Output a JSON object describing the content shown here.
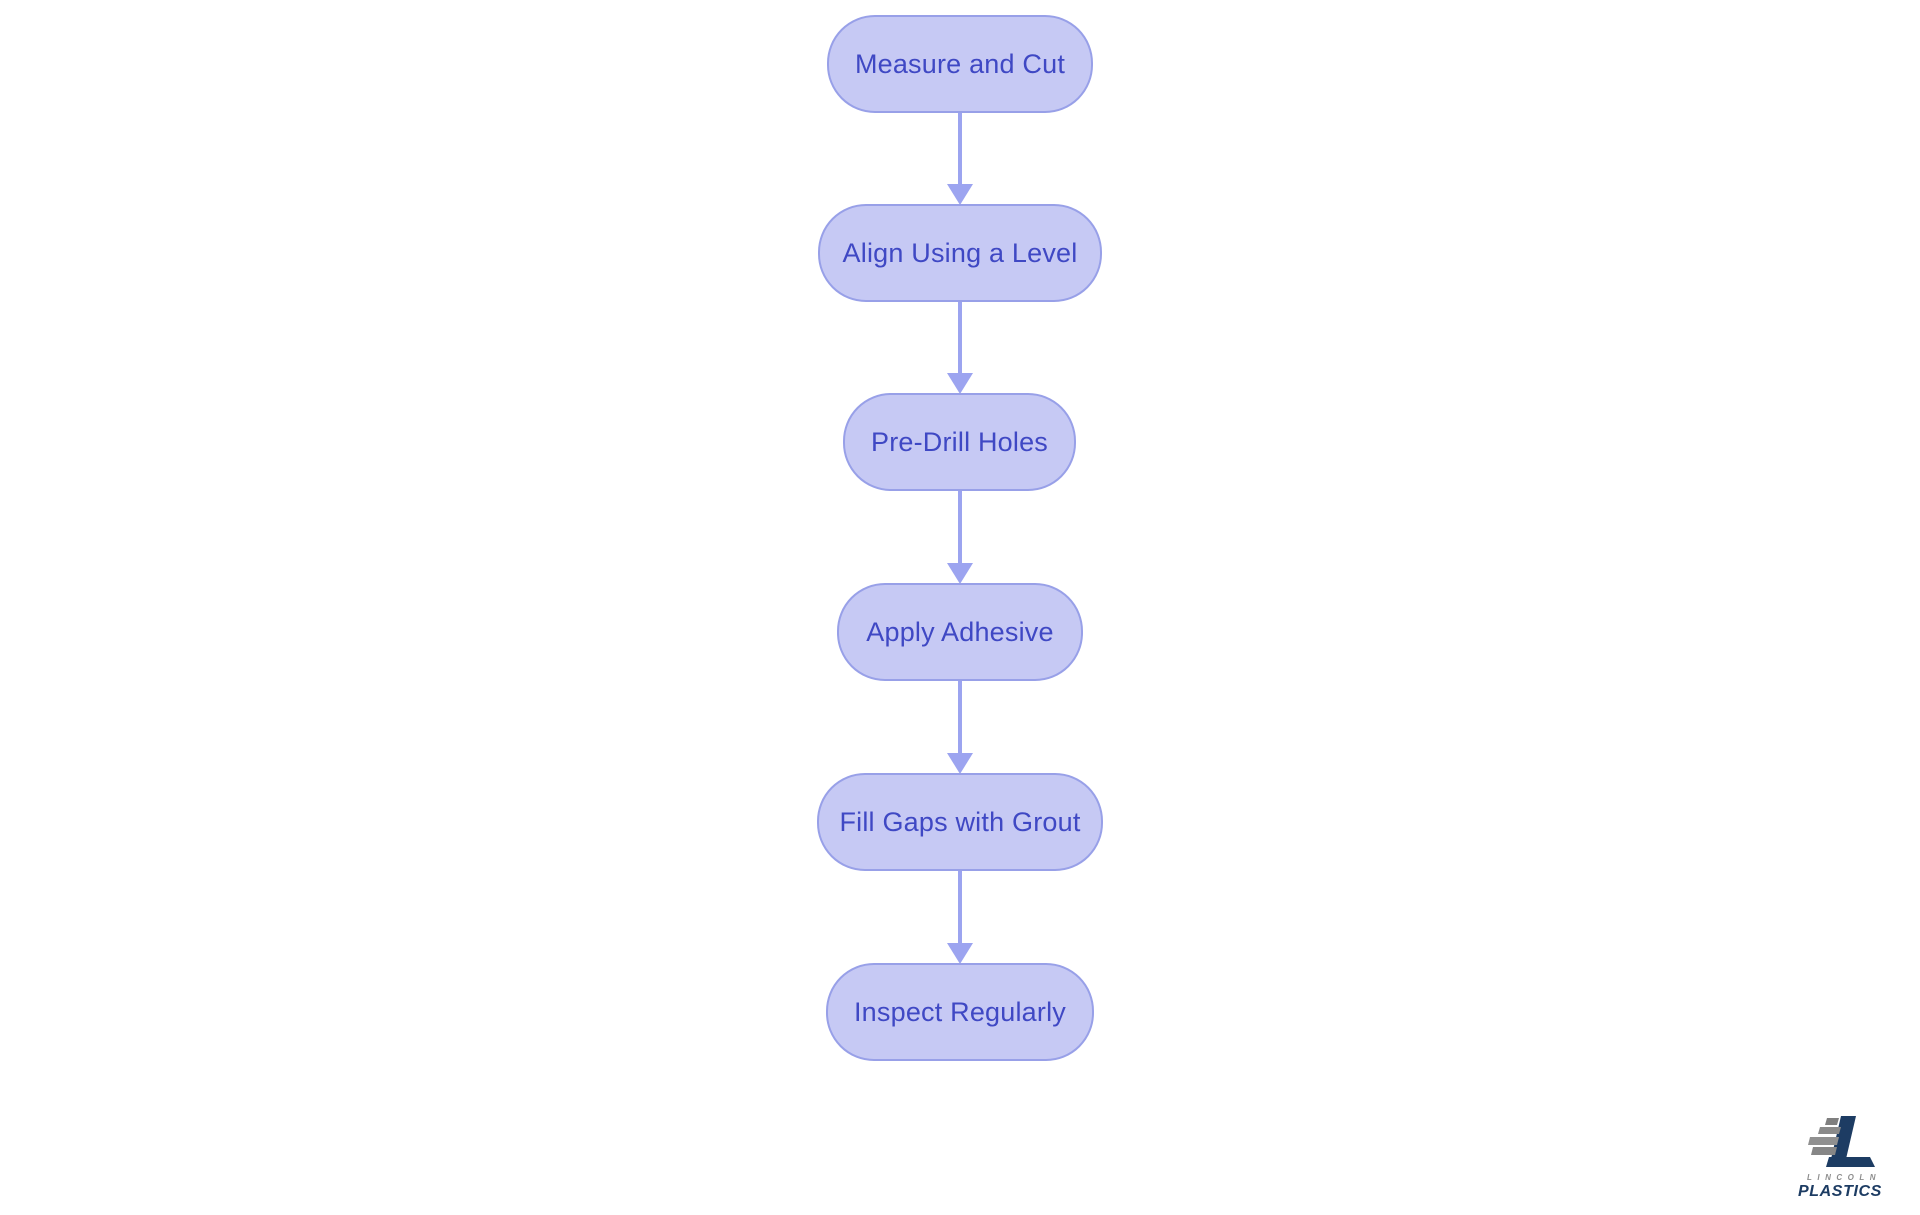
{
  "diagram": {
    "type": "flowchart",
    "direction": "top-to-bottom",
    "nodes": [
      {
        "label": "Measure and Cut"
      },
      {
        "label": "Align Using a Level"
      },
      {
        "label": "Pre-Drill Holes"
      },
      {
        "label": "Apply Adhesive"
      },
      {
        "label": "Fill Gaps with Grout"
      },
      {
        "label": "Inspect Regularly"
      }
    ],
    "edges": [
      {
        "from": "Measure and Cut",
        "to": "Align Using a Level"
      },
      {
        "from": "Align Using a Level",
        "to": "Pre-Drill Holes"
      },
      {
        "from": "Pre-Drill Holes",
        "to": "Apply Adhesive"
      },
      {
        "from": "Apply Adhesive",
        "to": "Fill Gaps with Grout"
      },
      {
        "from": "Fill Gaps with Grout",
        "to": "Inspect Regularly"
      }
    ],
    "colors": {
      "background": "#ffffff",
      "node_fill": "#c6c9f4",
      "node_border": "#98a0e8",
      "node_text": "#3f48c4",
      "arrow": "#9ca4f0"
    }
  },
  "watermark": {
    "line1": "LINCOLN",
    "line2": "PLASTICS",
    "colors": {
      "navy": "#1d3c63",
      "gray": "#8e8e8e"
    }
  }
}
